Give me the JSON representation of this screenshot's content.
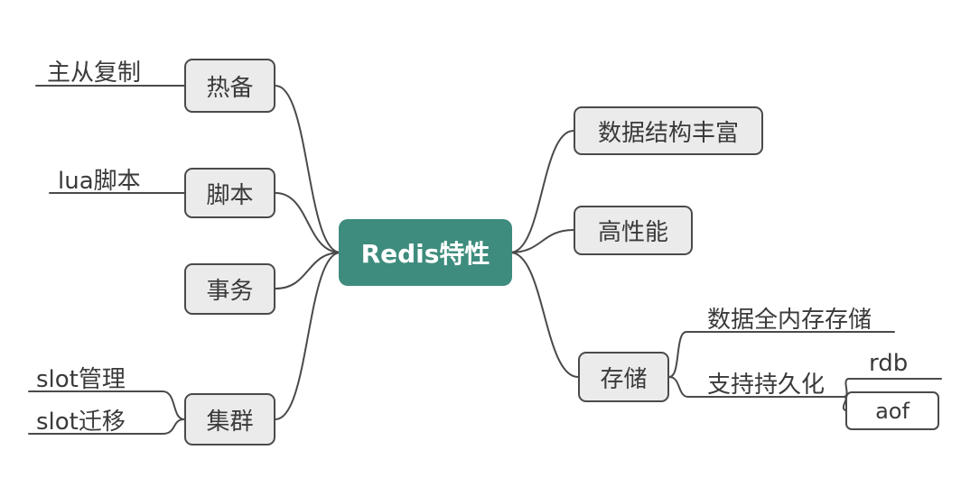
{
  "root": {
    "label": "Redis特性"
  },
  "left_branches": [
    {
      "label": "热备",
      "children": [
        {
          "label": "主从复制"
        }
      ]
    },
    {
      "label": "脚本",
      "children": [
        {
          "label": "lua脚本"
        }
      ]
    },
    {
      "label": "事务",
      "children": []
    },
    {
      "label": "集群",
      "children": [
        {
          "label": "slot管理"
        },
        {
          "label": "slot迁移"
        }
      ]
    }
  ],
  "right_branches": [
    {
      "label": "数据结构丰富",
      "children": []
    },
    {
      "label": "高性能",
      "children": []
    },
    {
      "label": "存储",
      "children": [
        {
          "label": "数据全内存存储",
          "children": []
        },
        {
          "label": "支持持久化",
          "children": [
            {
              "label": "rdb"
            },
            {
              "label": "aof"
            }
          ]
        }
      ]
    }
  ],
  "colors": {
    "root_bg": "#3E8C7D",
    "node_bg": "#EBEBEB",
    "node_border": "#4A4A4A",
    "line": "#4A4A4A",
    "text": "#3A3A3A",
    "canvas_bg": "#FFFFFF"
  }
}
